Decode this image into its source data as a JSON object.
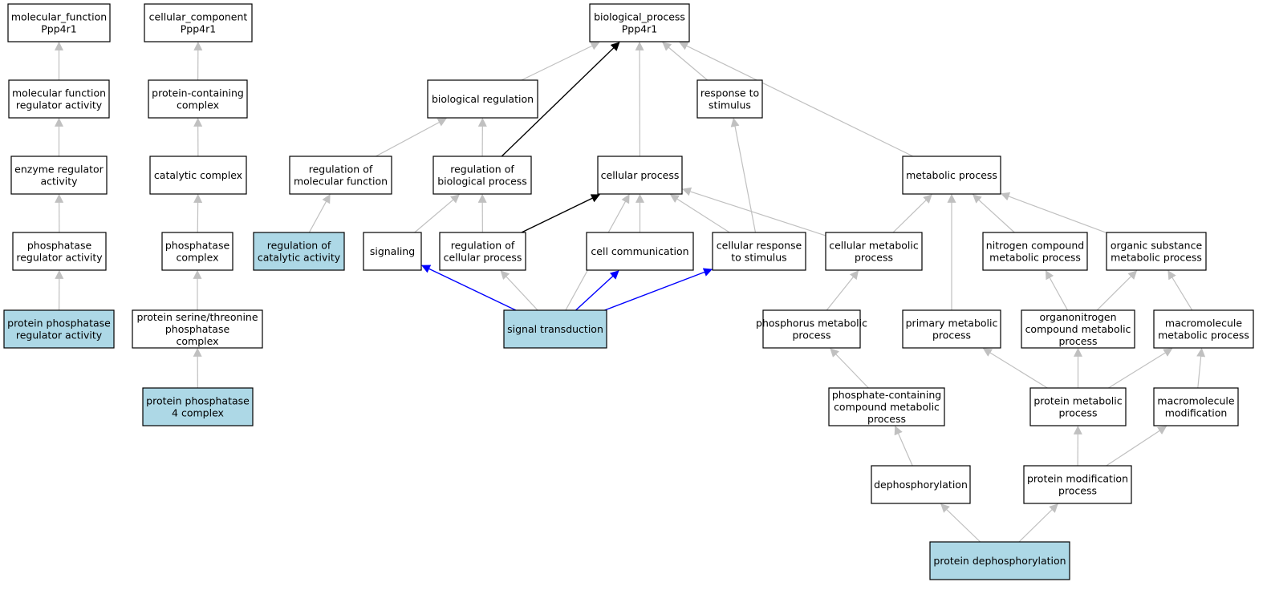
{
  "colors": {
    "node_fill": "#ffffff",
    "highlight_fill": "#add8e6",
    "edge_gray": "#c0c0c0",
    "edge_black": "#000000",
    "edge_blue": "#0000ff"
  },
  "nodes": [
    {
      "id": "mf",
      "lines": [
        "molecular_function",
        "Ppp4r1"
      ],
      "highlight": false
    },
    {
      "id": "mfra",
      "lines": [
        "molecular function",
        "regulator activity"
      ],
      "highlight": false
    },
    {
      "id": "era",
      "lines": [
        "enzyme regulator",
        "activity"
      ],
      "highlight": false
    },
    {
      "id": "pra",
      "lines": [
        "phosphatase",
        "regulator activity"
      ],
      "highlight": false
    },
    {
      "id": "ppra",
      "lines": [
        "protein phosphatase",
        "regulator activity"
      ],
      "highlight": true
    },
    {
      "id": "cc",
      "lines": [
        "cellular_component",
        "Ppp4r1"
      ],
      "highlight": false
    },
    {
      "id": "pcc",
      "lines": [
        "protein-containing",
        "complex"
      ],
      "highlight": false
    },
    {
      "id": "catc",
      "lines": [
        "catalytic complex"
      ],
      "highlight": false
    },
    {
      "id": "phc",
      "lines": [
        "phosphatase",
        "complex"
      ],
      "highlight": false
    },
    {
      "id": "pstpc",
      "lines": [
        "protein serine/threonine",
        "phosphatase",
        "complex"
      ],
      "highlight": false
    },
    {
      "id": "pp4c",
      "lines": [
        "protein phosphatase",
        "4 complex"
      ],
      "highlight": true
    },
    {
      "id": "bp",
      "lines": [
        "biological_process",
        "Ppp4r1"
      ],
      "highlight": false
    },
    {
      "id": "breg",
      "lines": [
        "biological regulation"
      ],
      "highlight": false
    },
    {
      "id": "rts",
      "lines": [
        "response to",
        "stimulus"
      ],
      "highlight": false
    },
    {
      "id": "rmf",
      "lines": [
        "regulation of",
        "molecular function"
      ],
      "highlight": false
    },
    {
      "id": "rbp",
      "lines": [
        "regulation of",
        "biological process"
      ],
      "highlight": false
    },
    {
      "id": "cp",
      "lines": [
        "cellular process"
      ],
      "highlight": false
    },
    {
      "id": "mp",
      "lines": [
        "metabolic process"
      ],
      "highlight": false
    },
    {
      "id": "rca",
      "lines": [
        "regulation of",
        "catalytic activity"
      ],
      "highlight": true
    },
    {
      "id": "sig",
      "lines": [
        "signaling"
      ],
      "highlight": false
    },
    {
      "id": "rcp",
      "lines": [
        "regulation of",
        "cellular process"
      ],
      "highlight": false
    },
    {
      "id": "ccom",
      "lines": [
        "cell communication"
      ],
      "highlight": false
    },
    {
      "id": "crs",
      "lines": [
        "cellular response",
        "to stimulus"
      ],
      "highlight": false
    },
    {
      "id": "cmp",
      "lines": [
        "cellular metabolic",
        "process"
      ],
      "highlight": false
    },
    {
      "id": "ncmp",
      "lines": [
        "nitrogen compound",
        "metabolic process"
      ],
      "highlight": false
    },
    {
      "id": "osmp",
      "lines": [
        "organic substance",
        "metabolic process"
      ],
      "highlight": false
    },
    {
      "id": "st",
      "lines": [
        "signal transduction"
      ],
      "highlight": true
    },
    {
      "id": "phmp",
      "lines": [
        "phosphorus metabolic",
        "process"
      ],
      "highlight": false
    },
    {
      "id": "pmp",
      "lines": [
        "primary metabolic",
        "process"
      ],
      "highlight": false
    },
    {
      "id": "oncmp",
      "lines": [
        "organonitrogen",
        "compound metabolic",
        "process"
      ],
      "highlight": false
    },
    {
      "id": "mmp",
      "lines": [
        "macromolecule",
        "metabolic process"
      ],
      "highlight": false
    },
    {
      "id": "pccmp",
      "lines": [
        "phosphate-containing",
        "compound metabolic",
        "process"
      ],
      "highlight": false
    },
    {
      "id": "prmp",
      "lines": [
        "protein metabolic",
        "process"
      ],
      "highlight": false
    },
    {
      "id": "mmod",
      "lines": [
        "macromolecule",
        "modification"
      ],
      "highlight": false
    },
    {
      "id": "deph",
      "lines": [
        "dephosphorylation"
      ],
      "highlight": false
    },
    {
      "id": "pmod",
      "lines": [
        "protein modification",
        "process"
      ],
      "highlight": false
    },
    {
      "id": "pdeph",
      "lines": [
        "protein dephosphorylation"
      ],
      "highlight": true
    }
  ],
  "edges": [
    {
      "from": "mfra",
      "to": "mf",
      "color": "gray"
    },
    {
      "from": "era",
      "to": "mfra",
      "color": "gray"
    },
    {
      "from": "pra",
      "to": "era",
      "color": "gray"
    },
    {
      "from": "ppra",
      "to": "pra",
      "color": "gray"
    },
    {
      "from": "pcc",
      "to": "cc",
      "color": "gray"
    },
    {
      "from": "catc",
      "to": "pcc",
      "color": "gray"
    },
    {
      "from": "phc",
      "to": "catc",
      "color": "gray"
    },
    {
      "from": "pstpc",
      "to": "phc",
      "color": "gray"
    },
    {
      "from": "pp4c",
      "to": "pstpc",
      "color": "gray"
    },
    {
      "from": "breg",
      "to": "bp",
      "color": "gray"
    },
    {
      "from": "rbp",
      "to": "bp",
      "color": "black"
    },
    {
      "from": "cp",
      "to": "bp",
      "color": "gray"
    },
    {
      "from": "rts",
      "to": "bp",
      "color": "gray"
    },
    {
      "from": "mp",
      "to": "bp",
      "color": "gray"
    },
    {
      "from": "rmf",
      "to": "breg",
      "color": "gray"
    },
    {
      "from": "rbp",
      "to": "breg",
      "color": "gray"
    },
    {
      "from": "rca",
      "to": "rmf",
      "color": "gray"
    },
    {
      "from": "sig",
      "to": "rbp",
      "color": "gray"
    },
    {
      "from": "rcp",
      "to": "rbp",
      "color": "gray"
    },
    {
      "from": "rcp",
      "to": "cp",
      "color": "black"
    },
    {
      "from": "st",
      "to": "cp",
      "color": "gray"
    },
    {
      "from": "ccom",
      "to": "cp",
      "color": "gray"
    },
    {
      "from": "crs",
      "to": "cp",
      "color": "gray"
    },
    {
      "from": "cmp",
      "to": "cp",
      "color": "gray"
    },
    {
      "from": "crs",
      "to": "rts",
      "color": "gray"
    },
    {
      "from": "cmp",
      "to": "mp",
      "color": "gray"
    },
    {
      "from": "pmp",
      "to": "mp",
      "color": "gray"
    },
    {
      "from": "ncmp",
      "to": "mp",
      "color": "gray"
    },
    {
      "from": "osmp",
      "to": "mp",
      "color": "gray"
    },
    {
      "from": "st",
      "to": "sig",
      "color": "blue"
    },
    {
      "from": "st",
      "to": "rcp",
      "color": "gray"
    },
    {
      "from": "st",
      "to": "ccom",
      "color": "blue"
    },
    {
      "from": "st",
      "to": "crs",
      "color": "blue"
    },
    {
      "from": "phmp",
      "to": "cmp",
      "color": "gray"
    },
    {
      "from": "oncmp",
      "to": "ncmp",
      "color": "gray"
    },
    {
      "from": "oncmp",
      "to": "osmp",
      "color": "gray"
    },
    {
      "from": "mmp",
      "to": "osmp",
      "color": "gray"
    },
    {
      "from": "pccmp",
      "to": "phmp",
      "color": "gray"
    },
    {
      "from": "prmp",
      "to": "pmp",
      "color": "gray"
    },
    {
      "from": "prmp",
      "to": "oncmp",
      "color": "gray"
    },
    {
      "from": "prmp",
      "to": "mmp",
      "color": "gray"
    },
    {
      "from": "mmod",
      "to": "mmp",
      "color": "gray"
    },
    {
      "from": "deph",
      "to": "pccmp",
      "color": "gray"
    },
    {
      "from": "pmod",
      "to": "prmp",
      "color": "gray"
    },
    {
      "from": "pmod",
      "to": "mmod",
      "color": "gray"
    },
    {
      "from": "pdeph",
      "to": "deph",
      "color": "gray"
    },
    {
      "from": "pdeph",
      "to": "pmod",
      "color": "gray"
    }
  ]
}
